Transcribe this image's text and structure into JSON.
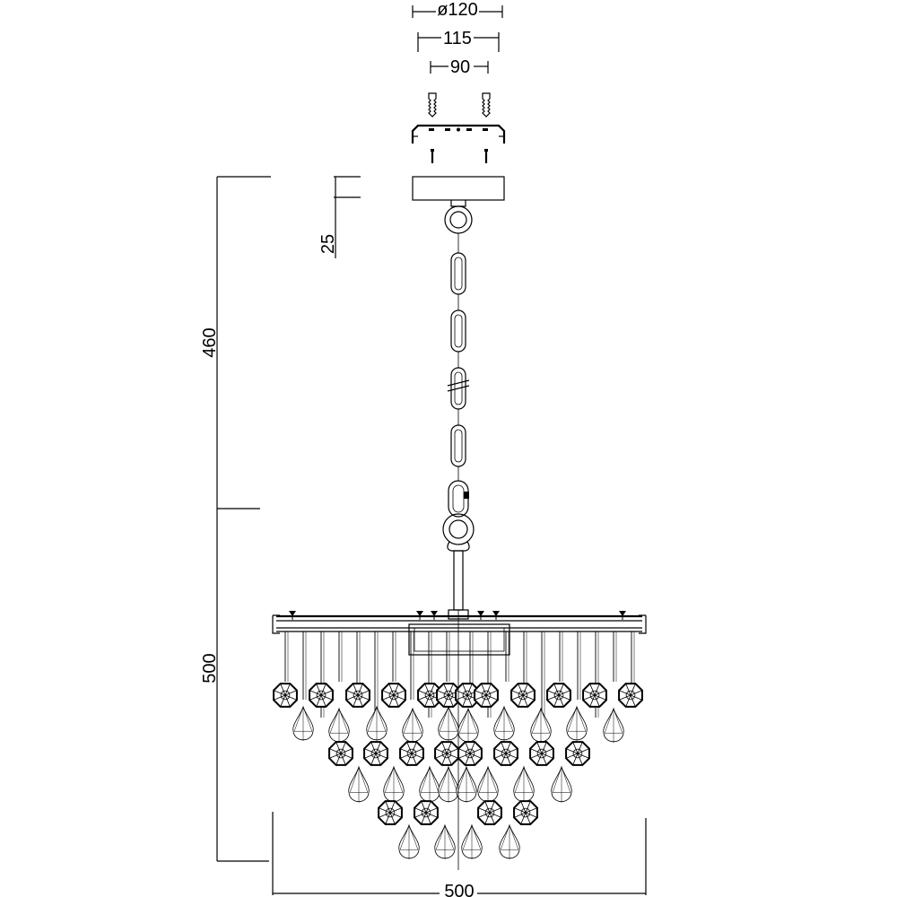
{
  "dimensions": {
    "canopy_diameter": "ø120",
    "bracket_width": "115",
    "screw_spacing": "90",
    "canopy_height": "25",
    "chain_length": "460",
    "body_height": "500",
    "body_width": "500"
  }
}
